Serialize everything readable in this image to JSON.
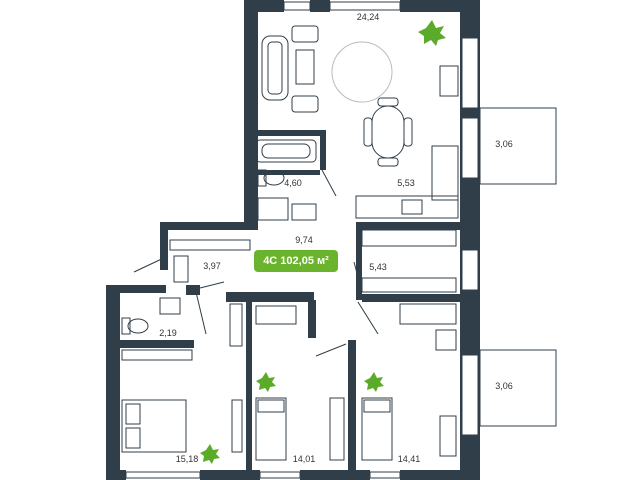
{
  "plan": {
    "badge": {
      "text": "4С 102,05 м²",
      "color": "#6ab42d"
    },
    "areas": {
      "living_room": "24,24",
      "bathroom": "4,60",
      "kitchen": "5,53",
      "balcony_top": "3,06",
      "hallway": "9,74",
      "hall_left": "3,97",
      "utility": "5,43",
      "toilet": "2,19",
      "balcony_bottom": "3,06",
      "bedroom_left": "15,18",
      "bedroom_middle": "14,01",
      "bedroom_right": "14,41"
    },
    "colors": {
      "wall": "#2f3e48",
      "accent": "#6ab42d",
      "plant": "#5aab2a"
    }
  }
}
